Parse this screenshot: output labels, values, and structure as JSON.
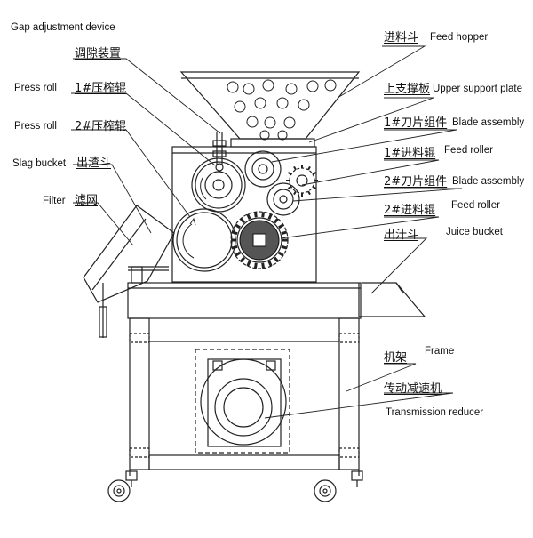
{
  "labels": {
    "gap_adjustment_en": "Gap adjustment device",
    "gap_adjustment_zh": "调隙装置",
    "feed_hopper_zh": "进料斗",
    "feed_hopper_en": "Feed hopper",
    "press_roll_1_en": "Press roll",
    "press_roll_1_zh": "1#压榨辊",
    "upper_support_zh": "上支撑板",
    "upper_support_en": "Upper support plate",
    "press_roll_2_en": "Press roll",
    "press_roll_2_zh": "2#压榨辊",
    "blade_1_zh": "1#刀片组件",
    "blade_1_en": "Blade assembly",
    "feed_roller_1_zh": "1#进料辊",
    "feed_roller_1_en": "Feed roller",
    "slag_bucket_en": "Slag bucket",
    "slag_bucket_zh": "出渣斗",
    "blade_2_zh": "2#刀片组件",
    "blade_2_en": "Blade assembly",
    "filter_en": "Filter",
    "filter_zh": "滤网",
    "feed_roller_2_zh": "2#进料辊",
    "feed_roller_2_en": "Feed roller",
    "juice_bucket_zh": "出汁斗",
    "juice_bucket_en": "Juice bucket",
    "frame_zh": "机架",
    "frame_en": "Frame",
    "reducer_zh": "传动减速机",
    "reducer_en": "Transmission reducer"
  }
}
